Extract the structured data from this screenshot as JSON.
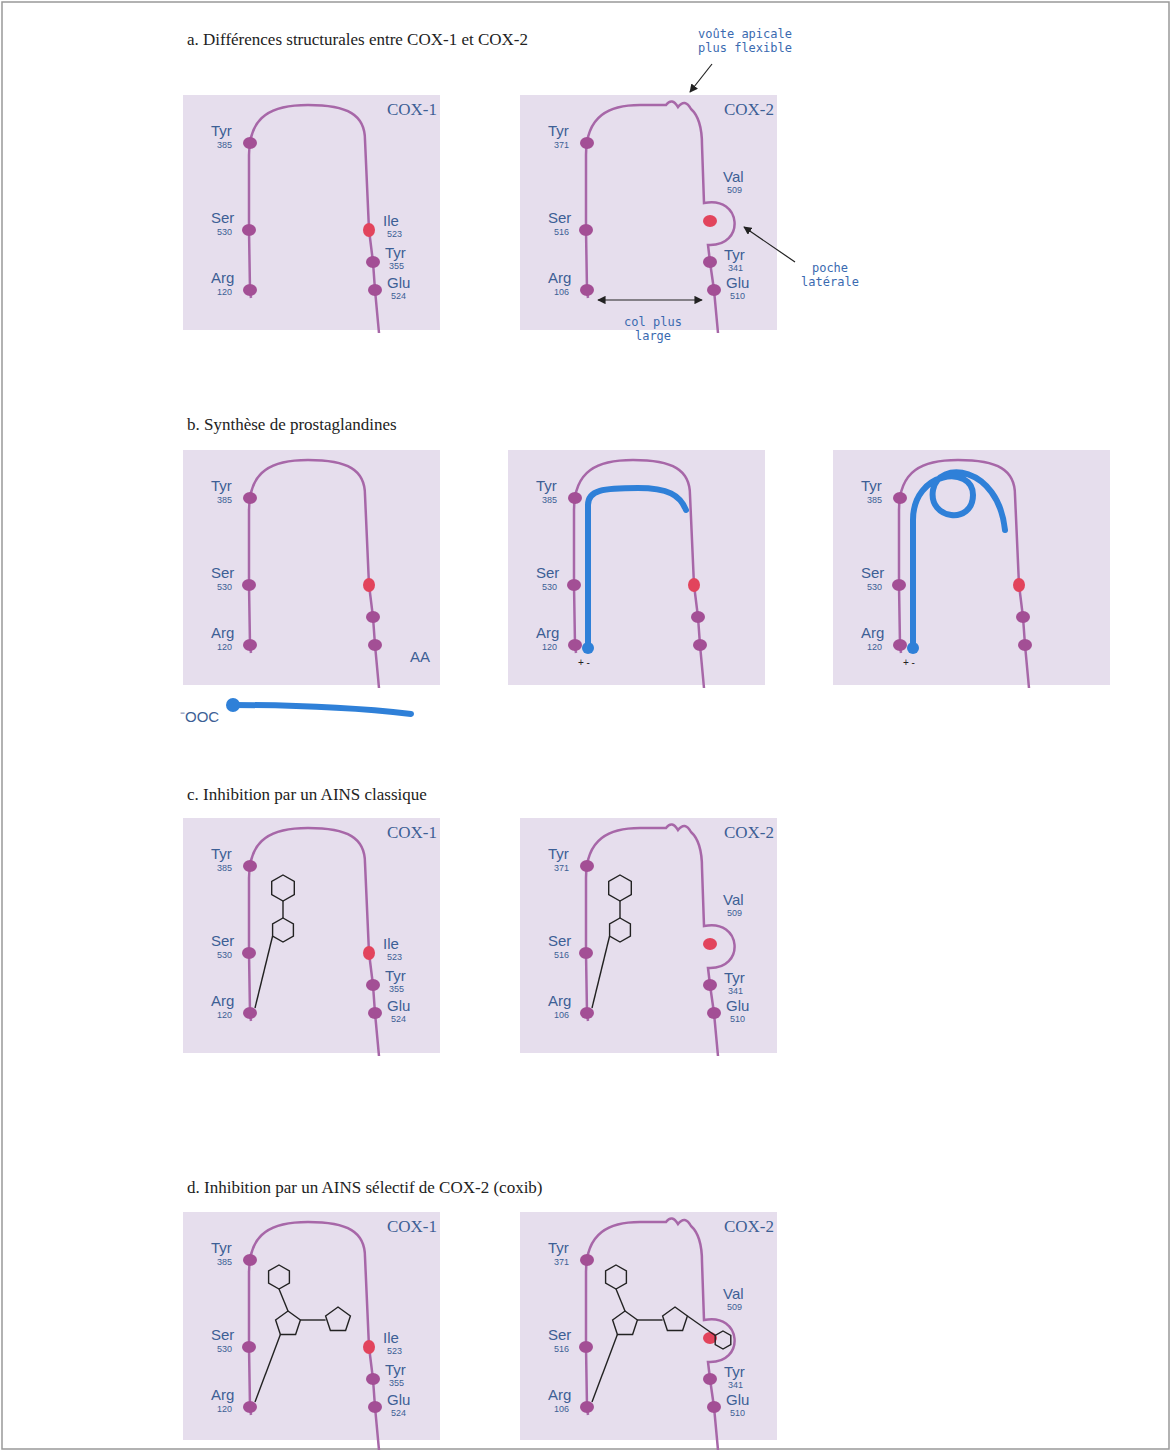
{
  "diagram": {
    "nodes": [
      {
        "text": [
          "COX-1",
          "Tyr",
          "385",
          "Ser",
          "530",
          "Ile",
          "523",
          "Tyr",
          "355",
          "Arg",
          "120",
          "Glu",
          "524"
        ]
      },
      {
        "text": [
          "COX-2",
          "Tyr",
          "371",
          "Ser",
          "516",
          "Val",
          "509",
          "Tyr",
          "341",
          "Arg",
          "106",
          "Glu",
          "510"
        ]
      },
      {
        "text": [
          "Tyr",
          "385",
          "Ser",
          "530",
          "Arg",
          "120"
        ]
      },
      {
        "text": [
          "Tyr",
          "385",
          "Ser",
          "530",
          "Arg",
          "120",
          "+ -"
        ]
      },
      {
        "text": [
          "Tyr",
          "385",
          "Ser",
          "530",
          "Arg",
          "120",
          "+ -"
        ]
      },
      {
        "text": [
          "COX-1",
          "Tyr",
          "385",
          "Ser",
          "530",
          "Ile",
          "523",
          "Tyr",
          "355",
          "Arg",
          "120",
          "Glu",
          "524"
        ]
      },
      {
        "text": [
          "COX-2",
          "Tyr",
          "371",
          "Ser",
          "516",
          "Val",
          "509",
          "Tyr",
          "341",
          "Arg",
          "106",
          "Glu",
          "510"
        ]
      },
      {
        "text": [
          "COX-1",
          "Tyr",
          "385",
          "Ser",
          "530",
          "Ile",
          "523",
          "Tyr",
          "355",
          "Arg",
          "120",
          "Glu",
          "524"
        ]
      },
      {
        "text": [
          "COX-2",
          "Tyr",
          "371",
          "Ser",
          "516",
          "Val",
          "509",
          "Tyr",
          "341",
          "Arg",
          "106",
          "Glu",
          "510"
        ]
      }
    ],
    "labels": [
      "a. Différences structurales entre COX-1 et COX-2",
      "voûte apicale plus flexible",
      "poche latérale",
      "col plus large",
      "b. Synthèse de prostaglandines",
      "⁻OOC",
      "AA",
      "c. Inhibition par un AINS classique",
      "d. Inhibition par un AINS sélectif de COX-2 (coxib)"
    ]
  }
}
